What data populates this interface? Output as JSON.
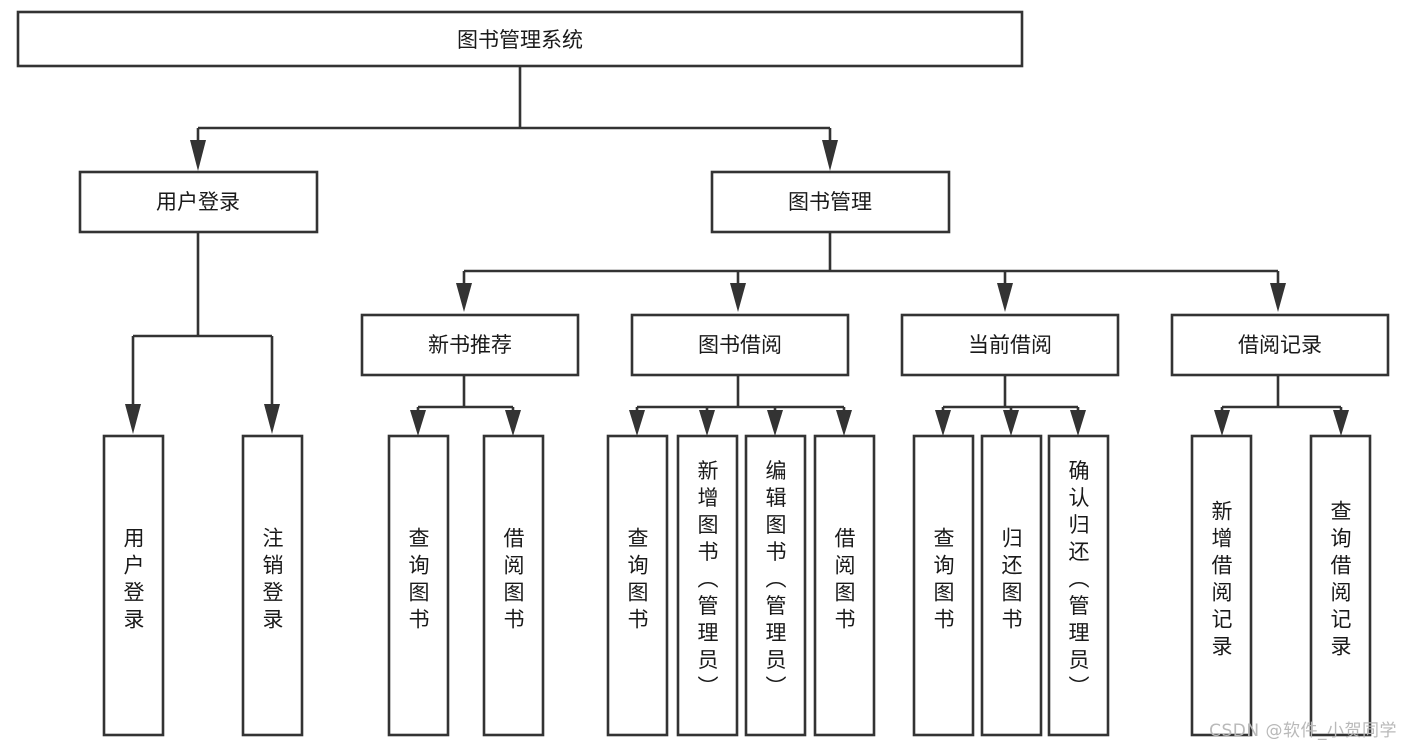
{
  "diagram": {
    "type": "tree-hierarchy-chart",
    "orientation": "top-down",
    "root": {
      "id": "root",
      "label": "图书管理系统"
    },
    "levels": [
      {
        "level": 1,
        "nodes": [
          {
            "id": "root",
            "label": "图书管理系统",
            "text_direction": "horizontal"
          }
        ]
      },
      {
        "level": 2,
        "nodes": [
          {
            "id": "user-login",
            "label": "用户登录",
            "parent": "root",
            "text_direction": "horizontal"
          },
          {
            "id": "book-management",
            "label": "图书管理",
            "parent": "root",
            "text_direction": "horizontal"
          }
        ]
      },
      {
        "level": 3,
        "nodes": [
          {
            "id": "new-book-recommend",
            "label": "新书推荐",
            "parent": "book-management",
            "text_direction": "horizontal"
          },
          {
            "id": "book-borrow",
            "label": "图书借阅",
            "parent": "book-management",
            "text_direction": "horizontal"
          },
          {
            "id": "current-borrow",
            "label": "当前借阅",
            "parent": "book-management",
            "text_direction": "horizontal"
          },
          {
            "id": "borrow-records",
            "label": "借阅记录",
            "parent": "book-management",
            "text_direction": "horizontal"
          }
        ]
      },
      {
        "level": 4,
        "nodes": [
          {
            "id": "leaf-user-login",
            "label": "用户登录",
            "parent": "user-login",
            "text_direction": "vertical"
          },
          {
            "id": "leaf-user-logout",
            "label": "注销登录",
            "parent": "user-login",
            "text_direction": "vertical"
          },
          {
            "id": "leaf-query-book-1",
            "label": "查询图书",
            "parent": "new-book-recommend",
            "text_direction": "vertical"
          },
          {
            "id": "leaf-borrow-book-1",
            "label": "借阅图书",
            "parent": "new-book-recommend",
            "text_direction": "vertical"
          },
          {
            "id": "leaf-query-book-2",
            "label": "查询图书",
            "parent": "book-borrow",
            "text_direction": "vertical"
          },
          {
            "id": "leaf-add-book",
            "label": "新增图书（管理员）",
            "parent": "book-borrow",
            "text_direction": "vertical"
          },
          {
            "id": "leaf-edit-book",
            "label": "编辑图书（管理员）",
            "parent": "book-borrow",
            "text_direction": "vertical"
          },
          {
            "id": "leaf-borrow-book-2",
            "label": "借阅图书",
            "parent": "book-borrow",
            "text_direction": "vertical"
          },
          {
            "id": "leaf-query-book-3",
            "label": "查询图书",
            "parent": "current-borrow",
            "text_direction": "vertical"
          },
          {
            "id": "leaf-return-book",
            "label": "归还图书",
            "parent": "current-borrow",
            "text_direction": "vertical"
          },
          {
            "id": "leaf-confirm-return",
            "label": "确认归还（管理员）",
            "parent": "current-borrow",
            "text_direction": "vertical"
          },
          {
            "id": "leaf-add-record",
            "label": "新增借阅记录",
            "parent": "borrow-records",
            "text_direction": "vertical"
          },
          {
            "id": "leaf-query-record",
            "label": "查询借阅记录",
            "parent": "borrow-records",
            "text_direction": "vertical"
          }
        ]
      }
    ],
    "colors": {
      "box_fill": "#ffffff",
      "box_stroke": "#333333",
      "connector": "#333333",
      "text": "#1a1a1a",
      "background": "#ffffff",
      "watermark": "#b9b9b9"
    }
  },
  "labels": {
    "root": "图书管理系统",
    "user_login": "用户登录",
    "book_management": "图书管理",
    "new_book_recommend": "新书推荐",
    "book_borrow": "图书借阅",
    "current_borrow": "当前借阅",
    "borrow_records": "借阅记录",
    "leaf_user_login": "用户登录",
    "leaf_user_logout": "注销登录",
    "leaf_query_book_1": "查询图书",
    "leaf_borrow_book_1": "借阅图书",
    "leaf_query_book_2": "查询图书",
    "leaf_add_book": "新增图书（管理员）",
    "leaf_edit_book": "编辑图书（管理员）",
    "leaf_borrow_book_2": "借阅图书",
    "leaf_query_book_3": "查询图书",
    "leaf_return_book": "归还图书",
    "leaf_confirm_return": "确认归还（管理员）",
    "leaf_add_record": "新增借阅记录",
    "leaf_query_record": "查询借阅记录"
  },
  "watermark": {
    "text": "CSDN @软件_小贺同学"
  }
}
